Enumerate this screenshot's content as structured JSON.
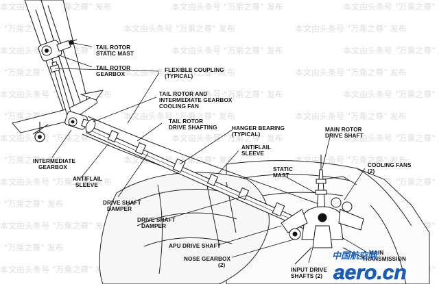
{
  "watermark": {
    "text": "本文由头条号 \"万乘之尊\" 发布",
    "color": "#dedede"
  },
  "labels": [
    {
      "id": "tr-static-mast",
      "lines": [
        "TAIL ROTOR",
        "STATIC MAST"
      ]
    },
    {
      "id": "tr-gearbox",
      "lines": [
        "TAIL ROTOR",
        "GEARBOX"
      ]
    },
    {
      "id": "flex-coupling",
      "lines": [
        "FLEXIBLE COUPLING",
        "(TYPICAL)"
      ]
    },
    {
      "id": "tr-ig-fan",
      "lines": [
        "TAIL ROTOR AND",
        "INTERMEDIATE GEARBOX",
        "COOLING FAN"
      ]
    },
    {
      "id": "tr-drive-shafting",
      "lines": [
        "TAIL ROTOR",
        "DRIVE SHAFTING"
      ]
    },
    {
      "id": "hanger-bearing",
      "lines": [
        "HANGER BEARING",
        "(TYPICAL)"
      ]
    },
    {
      "id": "mr-drive-shaft",
      "lines": [
        "MAIN ROTOR",
        "DRIVE SHAFT"
      ]
    },
    {
      "id": "antiflail-1",
      "lines": [
        "ANTIFLAIL",
        "SLEEVE"
      ]
    },
    {
      "id": "cooling-fans",
      "lines": [
        "COOLING FANS",
        "(2)"
      ]
    },
    {
      "id": "static-mast",
      "lines": [
        "STATIC",
        "MAST"
      ]
    },
    {
      "id": "int-gearbox",
      "lines": [
        "INTERMEDIATE",
        "GEARBOX"
      ]
    },
    {
      "id": "antiflail-2",
      "lines": [
        "ANTIFLAIL",
        "SLEEVE"
      ]
    },
    {
      "id": "ds-damper-1",
      "lines": [
        "DRIVE SHAFT",
        "DAMPER"
      ]
    },
    {
      "id": "ds-damper-2",
      "lines": [
        "DRIVE SHAFT",
        "DAMPER"
      ]
    },
    {
      "id": "apu-ds",
      "lines": [
        "APU DRIVE SHAFT"
      ]
    },
    {
      "id": "nose-gb",
      "lines": [
        "NOSE GEARBOX",
        "(2)"
      ]
    },
    {
      "id": "input-ds",
      "lines": [
        "INPUT DRIVE",
        "SHAFTS (2)"
      ]
    },
    {
      "id": "main-trans",
      "lines": [
        "MAIN",
        "TRANSMISSION"
      ]
    }
  ],
  "logo": {
    "cn": "中国航空网",
    "brand": "aero.cn",
    "colors": {
      "blue": "#1560c8",
      "dark": "#0b3f8f"
    }
  }
}
